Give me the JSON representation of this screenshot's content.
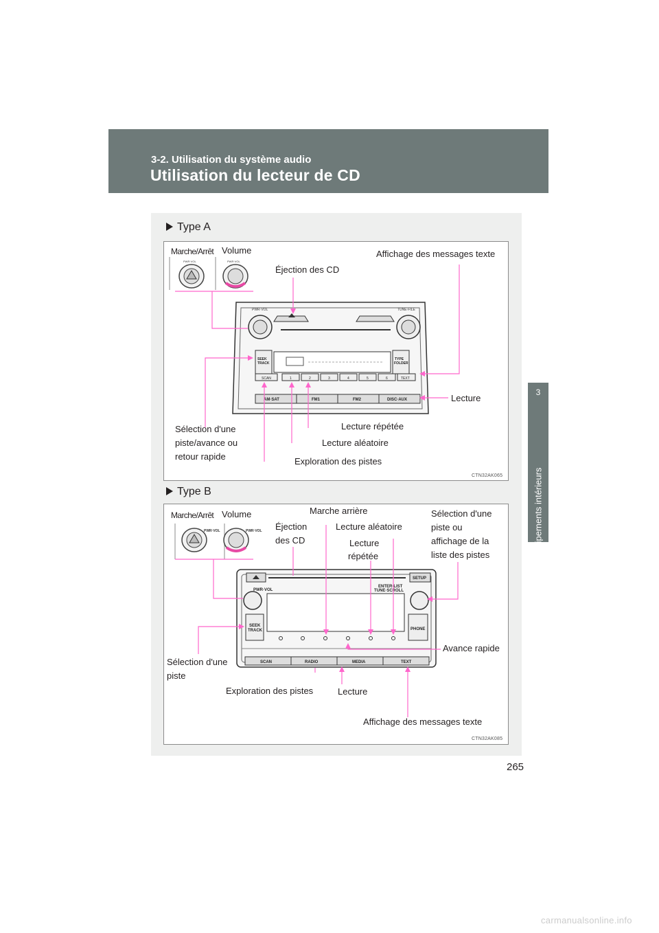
{
  "header": {
    "section": "3-2. Utilisation du système audio",
    "title": "Utilisation du lecteur de CD"
  },
  "side_tab": {
    "number": "3",
    "label": "Équipements intérieurs"
  },
  "type_a": {
    "heading": "Type A",
    "labels": {
      "power": "Marche/Arrêt",
      "volume": "Volume",
      "eject": "Éjection des CD",
      "text_display": "Affichage des messages texte",
      "play": "Lecture",
      "track_select_l1": "Sélection d'une",
      "track_select_l2": "piste/avance ou",
      "track_select_l3": "retour rapide",
      "repeat": "Lecture répétée",
      "random": "Lecture aléatoire",
      "scan": "Exploration des pistes"
    },
    "code": "CTN32AK065",
    "device": {
      "pwr_vol": "PWR·VOL",
      "tune_file": "TUNE·FILE",
      "seek": "SEEK",
      "track": "TRACK",
      "type": "TYPE",
      "folder": "FOLDER",
      "scan": "SCAN",
      "text": "TEXT",
      "presets": [
        "1",
        "2",
        "3",
        "4",
        "5",
        "6"
      ],
      "bottom_buttons": [
        "AM·SAT",
        "FM1",
        "FM2",
        "DISC·AUX"
      ]
    }
  },
  "type_b": {
    "heading": "Type B",
    "labels": {
      "power": "Marche/Arrêt",
      "volume": "Volume",
      "reverse": "Marche arrière",
      "eject_l1": "Éjection",
      "eject_l2": "des CD",
      "random": "Lecture aléatoire",
      "repeat_l1": "Lecture",
      "repeat_l2": "répétée",
      "track_list_l1": "Sélection d'une",
      "track_list_l2": "piste ou",
      "track_list_l3": "affichage de la",
      "track_list_l4": "liste des pistes",
      "fast_forward": "Avance rapide",
      "track_select_l1": "Sélection d'une",
      "track_select_l2": "piste",
      "scan": "Exploration des pistes",
      "play": "Lecture",
      "text_display": "Affichage des messages texte"
    },
    "code": "CTN32AK085",
    "device": {
      "pwr_vol": "PWR·VOL",
      "enter_list": "ENTER·LIST",
      "tune_scroll": "TUNE·SCROLL",
      "setup": "SETUP",
      "seek": "SEEK",
      "track": "TRACK",
      "phone": "PHONE",
      "bottom_buttons": [
        "SCAN",
        "RADIO",
        "MEDIA",
        "TEXT"
      ]
    }
  },
  "page_number": "265",
  "footer": "carmanualsonline.info",
  "colors": {
    "header_bg": "#6e7a79",
    "callout": "#ff66cc",
    "panel_bg": "#eeefee"
  }
}
